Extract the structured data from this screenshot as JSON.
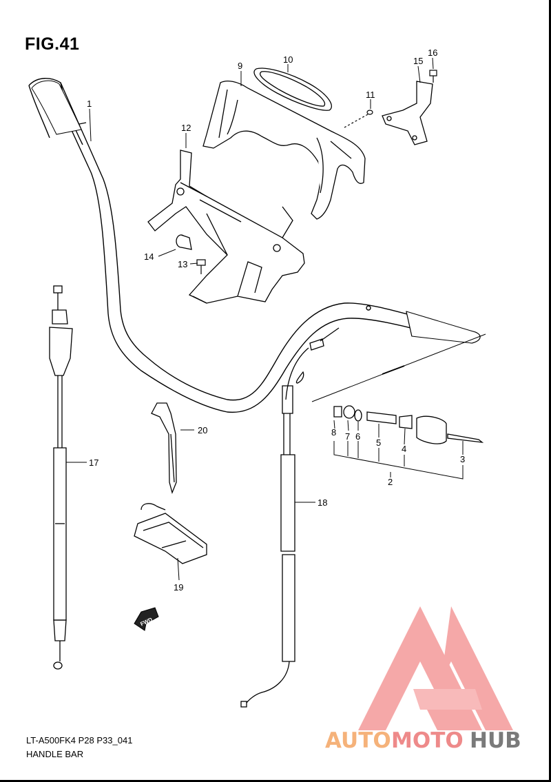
{
  "figure": {
    "title": "FIG.41",
    "model_code": "LT-A500FK4 P28 P33_041",
    "section_name": "HANDLE BAR"
  },
  "callouts": [
    "1",
    "2",
    "3",
    "4",
    "5",
    "6",
    "7",
    "8",
    "9",
    "10",
    "11",
    "12",
    "13",
    "14",
    "15",
    "16",
    "17",
    "18",
    "19",
    "20"
  ],
  "fwd_label": "FWD",
  "watermark": {
    "part1": "AUTO",
    "part2": "MOTO",
    "part3": "HUB",
    "color1": "#f5b27a",
    "color2": "#ee8a8a",
    "color3": "#7a7a7a",
    "logo_color": "#f28b8b"
  }
}
